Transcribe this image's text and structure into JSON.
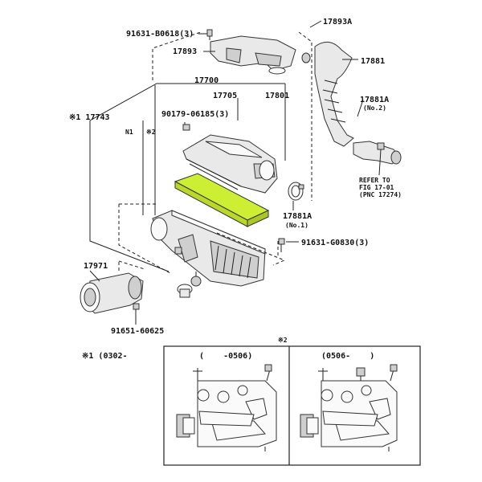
{
  "parts": {
    "p_91631_b0618": "91631-B0618(3)",
    "p_17893a": "17893A",
    "p_17893": "17893",
    "p_17881": "17881",
    "p_17700": "17700",
    "p_17705": "17705",
    "p_17801": "17801",
    "p_17743": "※1 17743",
    "p_90179": "90179-06185(3)",
    "p_n1": "N1",
    "p_x2": "※2",
    "p_17881a": "17881A",
    "p_17881a_no2": "(No.2)",
    "p_17881a_b": "17881A",
    "p_17881a_no1": "(No.1)",
    "p_91631_g0830": "91631-G0830(3)",
    "p_17971": "17971",
    "p_91651": "91651-60625"
  },
  "refer": {
    "line1": "REFER TO",
    "line2": "FIG 17-01",
    "line3": "(PNC 17274)"
  },
  "notes": {
    "note1": "※1 (0302-",
    "note2": "※2"
  },
  "inset": {
    "left_label": "(    -0506)",
    "right_label": "(0506-    )"
  },
  "colors": {
    "filter_highlight": "#ccee33"
  }
}
